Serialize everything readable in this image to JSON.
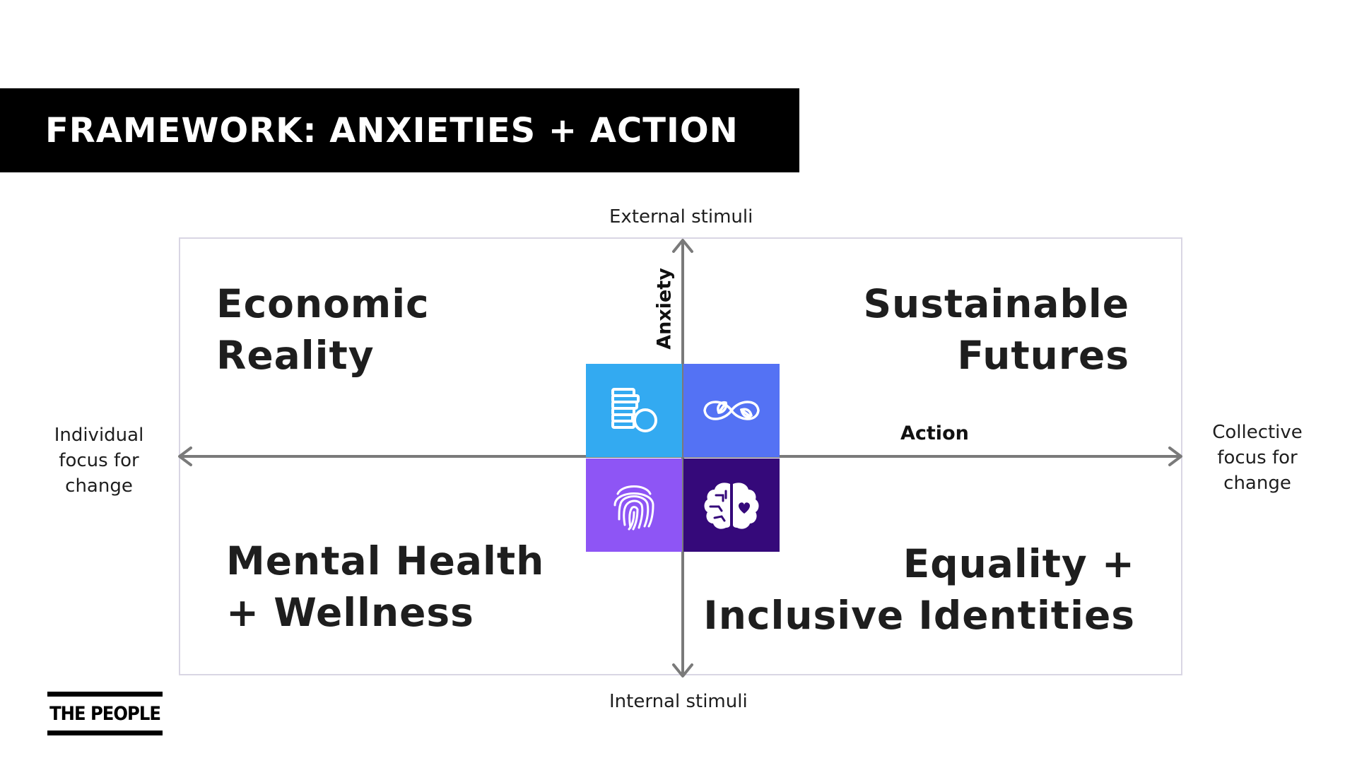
{
  "title": "FRAMEWORK: ANXIETIES + ACTION",
  "axes": {
    "top": "External stimuli",
    "bottom": "Internal stimuli",
    "left": [
      "Individual",
      "focus for",
      "change"
    ],
    "right": [
      "Collective",
      "focus for",
      "change"
    ],
    "vertical_name": "Anxiety",
    "horizontal_name": "Action"
  },
  "quadrants": {
    "top_left": [
      "Economic",
      "Reality"
    ],
    "top_right": [
      "Sustainable",
      "Futures"
    ],
    "bottom_left": [
      "Mental Health",
      "+ Wellness"
    ],
    "bottom_right": [
      "Equality +",
      "Inclusive Identities"
    ]
  },
  "tiles": [
    {
      "icon": "coins-icon",
      "color": "#33aaf1"
    },
    {
      "icon": "infinity-leaf-icon",
      "color": "#5472f4"
    },
    {
      "icon": "fingerprint-icon",
      "color": "#8e55f5"
    },
    {
      "icon": "brain-heart-icon",
      "color": "#35097a"
    }
  ],
  "colors": {
    "axis": "#7a7a7a",
    "frame": "#d9d6e4",
    "title_bg": "#000000"
  },
  "logo": "THE PEOPLE"
}
